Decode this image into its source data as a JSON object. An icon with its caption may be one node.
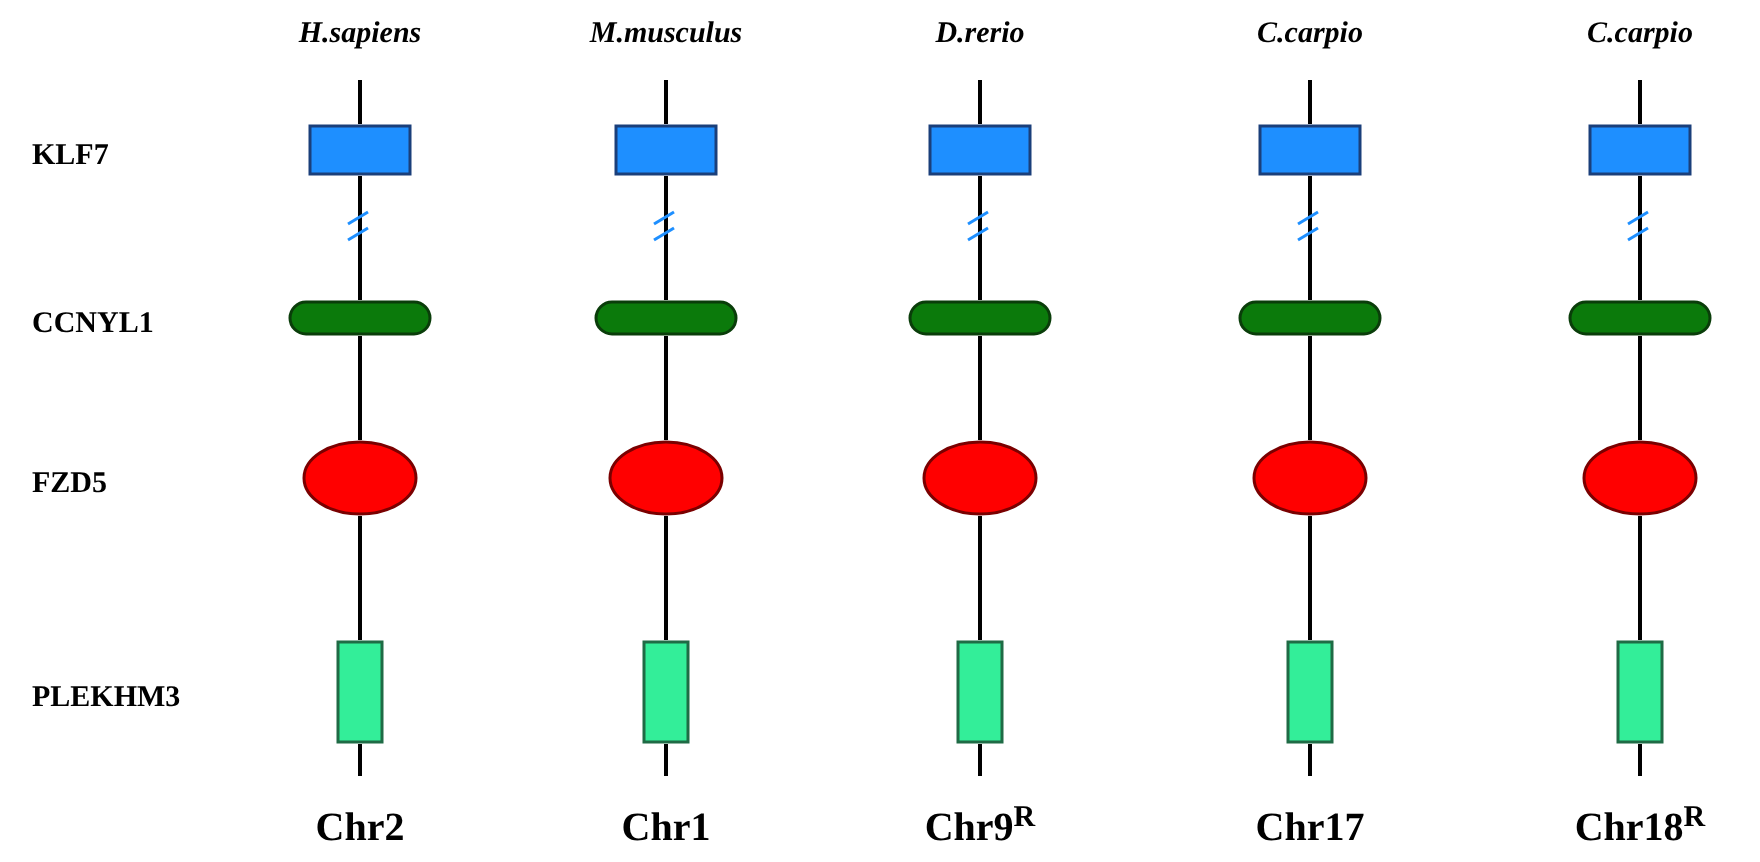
{
  "diagram": {
    "nodes": [
      {
        "text": [],
        "shape": "box"
      },
      {
        "text": [],
        "shape": "bar"
      },
      {
        "text": [],
        "shape": "circle"
      },
      {
        "text": [],
        "shape": "box"
      },
      {
        "text": [],
        "shape": "box"
      },
      {
        "text": [],
        "shape": "bar"
      },
      {
        "text": [],
        "shape": "circle"
      },
      {
        "text": [],
        "shape": "box"
      },
      {
        "text": [],
        "shape": "box"
      },
      {
        "text": [],
        "shape": "bar"
      },
      {
        "text": [],
        "shape": "circle"
      },
      {
        "text": [],
        "shape": "box"
      },
      {
        "text": [],
        "shape": "box"
      },
      {
        "text": [],
        "shape": "bar"
      },
      {
        "text": [],
        "shape": "circle"
      },
      {
        "text": [],
        "shape": "box"
      },
      {
        "text": [],
        "shape": "box"
      },
      {
        "text": [],
        "shape": "bar"
      },
      {
        "text": [],
        "shape": "circle"
      },
      {
        "text": [],
        "shape": "box"
      }
    ],
    "edges": [
      {
        "from": null,
        "to": 0,
        "arrow": "none"
      },
      {
        "from": 0,
        "to": 1,
        "arrow": "none"
      },
      {
        "from": 1,
        "to": 2,
        "arrow": "none"
      },
      {
        "from": 2,
        "to": 3,
        "arrow": "none"
      },
      {
        "from": 3,
        "to": null,
        "arrow": "none"
      },
      {
        "from": null,
        "to": 4,
        "arrow": "none"
      },
      {
        "from": 4,
        "to": 5,
        "arrow": "none"
      },
      {
        "from": 5,
        "to": 6,
        "arrow": "none"
      },
      {
        "from": 6,
        "to": 7,
        "arrow": "none"
      },
      {
        "from": 7,
        "to": null,
        "arrow": "none"
      },
      {
        "from": null,
        "to": 8,
        "arrow": "none"
      },
      {
        "from": 8,
        "to": 9,
        "arrow": "none"
      },
      {
        "from": 9,
        "to": 10,
        "arrow": "none"
      },
      {
        "from": 10,
        "to": 11,
        "arrow": "none"
      },
      {
        "from": 11,
        "to": null,
        "arrow": "none"
      },
      {
        "from": null,
        "to": 12,
        "arrow": "none"
      },
      {
        "from": 12,
        "to": 13,
        "arrow": "none"
      },
      {
        "from": 13,
        "to": 14,
        "arrow": "none"
      },
      {
        "from": 14,
        "to": 15,
        "arrow": "none"
      },
      {
        "from": 15,
        "to": null,
        "arrow": "none"
      },
      {
        "from": null,
        "to": 16,
        "arrow": "none"
      },
      {
        "from": 16,
        "to": 17,
        "arrow": "none"
      },
      {
        "from": 17,
        "to": 18,
        "arrow": "none"
      },
      {
        "from": 18,
        "to": 19,
        "arrow": "none"
      },
      {
        "from": 19,
        "to": null,
        "arrow": "none"
      }
    ],
    "labels": [
      "H.sapiens",
      "M.musculus",
      "D.rerio",
      "C.carpio",
      "C.carpio",
      "KLF7",
      "CCNYL1",
      "FZD5",
      "PLEKHM3",
      "Chr2",
      "Chr1",
      "Chr9$^{R}$",
      "Chr17",
      "Chr18$^{R}$"
    ]
  }
}
